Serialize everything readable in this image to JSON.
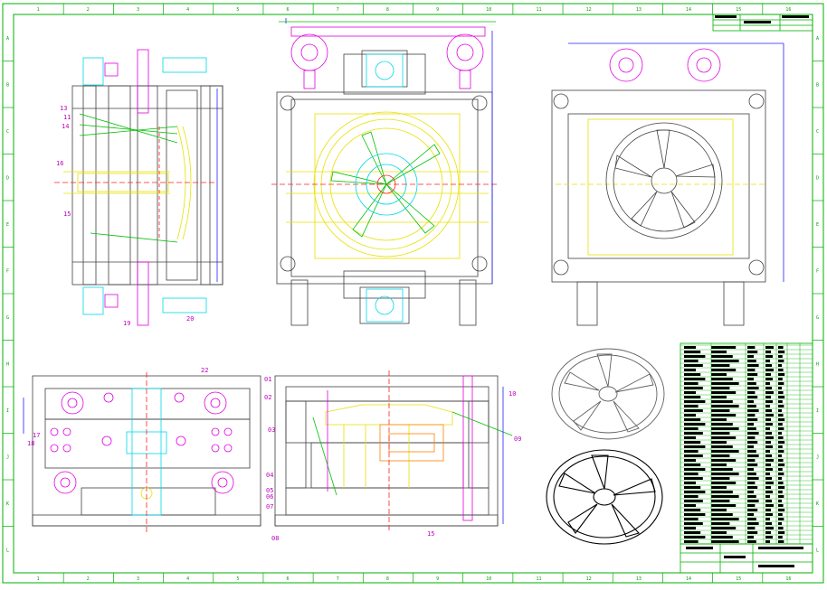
{
  "colors": {
    "border": "#00b000",
    "outline": "#404040",
    "magenta": "#e000e0",
    "yellow": "#e8e000",
    "cyan": "#00d8e8",
    "green": "#00c000",
    "blue": "#2020ff",
    "orange": "#ff8000",
    "red": "#ff2020"
  },
  "zones": {
    "columns": [
      "1",
      "2",
      "3",
      "4",
      "5",
      "6",
      "7",
      "8",
      "9",
      "10",
      "11",
      "12",
      "13",
      "14",
      "15",
      "16"
    ],
    "rows": [
      "A",
      "B",
      "C",
      "D",
      "E",
      "F",
      "G",
      "H",
      "I",
      "J",
      "K",
      "L"
    ]
  },
  "callouts": {
    "side_view": [
      "13",
      "11",
      "14",
      "16",
      "15",
      "19",
      "20"
    ],
    "front_bottom": [
      "22",
      "17",
      "18"
    ],
    "section_view": [
      "01",
      "02",
      "03",
      "04",
      "05",
      "06",
      "07",
      "08",
      "09",
      "10",
      "15"
    ]
  }
}
